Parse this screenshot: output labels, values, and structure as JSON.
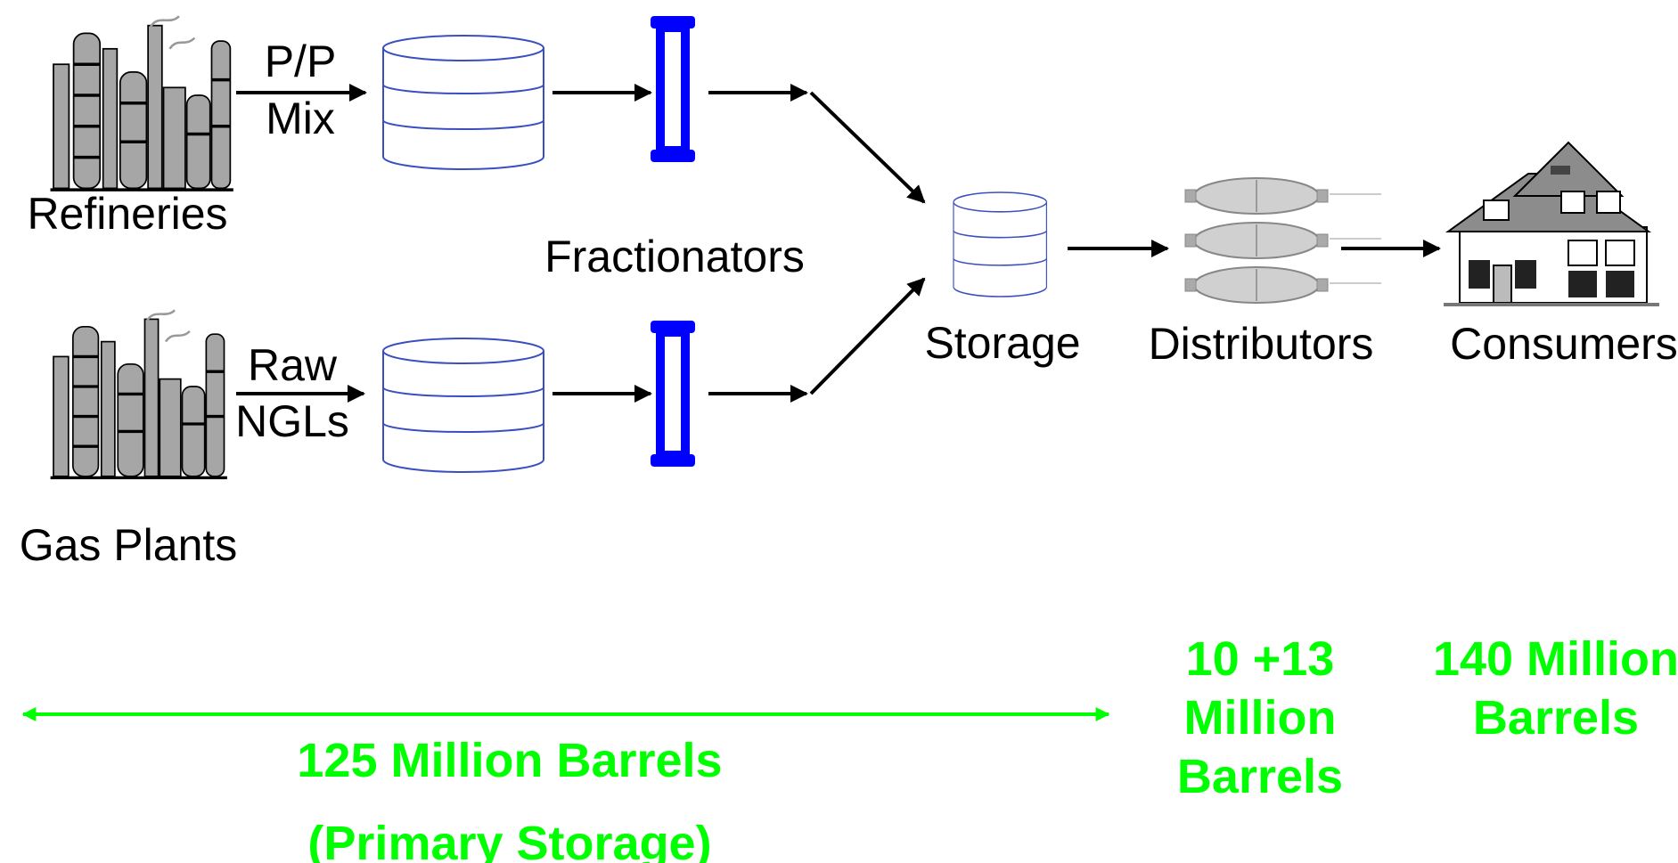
{
  "colors": {
    "arrow": "#000000",
    "fractionator": "#0000ff",
    "storage_annotation": "#00ff00",
    "equipment_fill": "#a6a6a6",
    "drum_outline": "#3a4fbf",
    "drum_fill": "#ffffff"
  },
  "sources": {
    "refineries": {
      "label": "Refineries",
      "icon": "refinery-icon"
    },
    "gas_plants": {
      "label": "Gas Plants",
      "icon": "gas-plant-icon"
    }
  },
  "streams": {
    "pp_mix": {
      "line1": "P/P",
      "line2": "Mix"
    },
    "raw_ngls": {
      "line1": "Raw",
      "line2": "NGLs"
    }
  },
  "fractionators": {
    "label": "Fractionators",
    "icon": "fractionator-column-icon"
  },
  "storage": {
    "label": "Storage",
    "icon": "storage-drum-icon"
  },
  "distributors": {
    "label": "Distributors",
    "icon": "propane-tanks-icon"
  },
  "consumers": {
    "label": "Consumers",
    "icon": "house-icon"
  },
  "annotations": {
    "primary": {
      "line1": "125 Million Barrels",
      "line2": "(Primary Storage)"
    },
    "distributors": {
      "line1": "10 +13",
      "line2": "Million",
      "line3": "Barrels"
    },
    "consumers": {
      "line1": "140 Million",
      "line2": "Barrels"
    }
  }
}
